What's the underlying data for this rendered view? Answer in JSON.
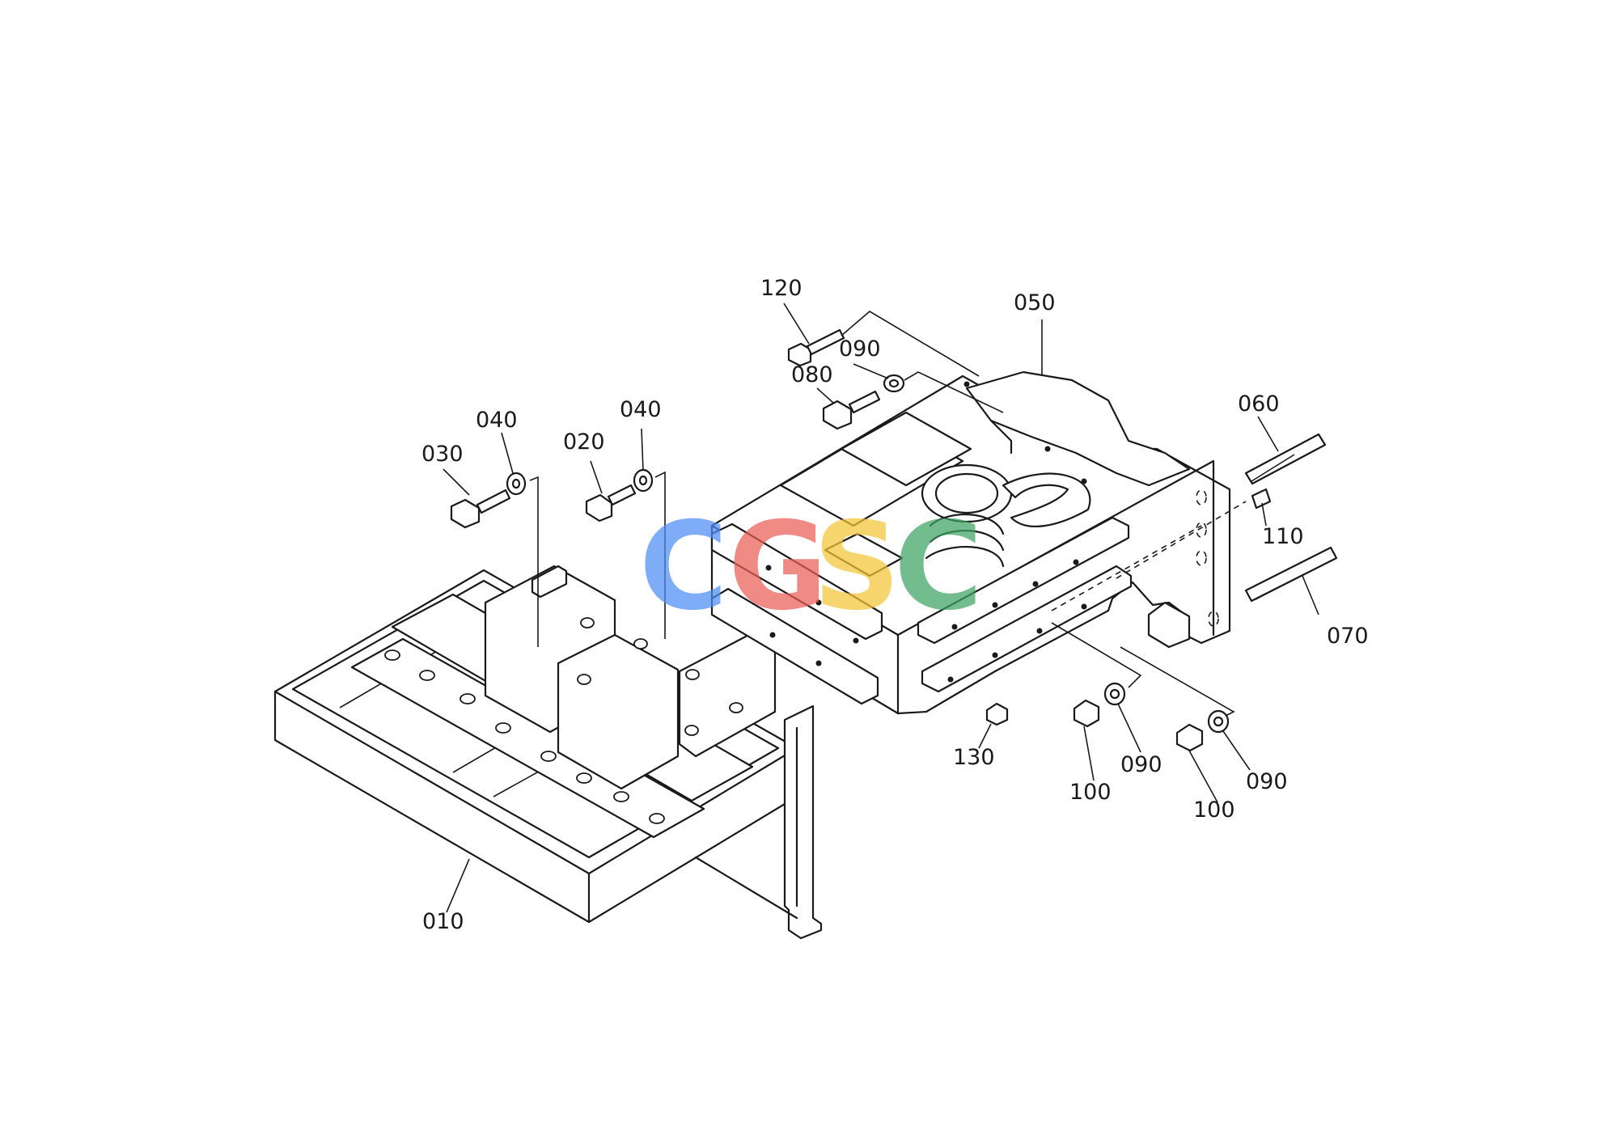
{
  "diagram": {
    "part_labels": [
      {
        "id": "p010",
        "text": "010"
      },
      {
        "id": "p020",
        "text": "020"
      },
      {
        "id": "p030",
        "text": "030"
      },
      {
        "id": "p040a",
        "text": "040"
      },
      {
        "id": "p040b",
        "text": "040"
      },
      {
        "id": "p050",
        "text": "050"
      },
      {
        "id": "p060",
        "text": "060"
      },
      {
        "id": "p070",
        "text": "070"
      },
      {
        "id": "p080",
        "text": "080"
      },
      {
        "id": "p090a",
        "text": "090"
      },
      {
        "id": "p090b",
        "text": "090"
      },
      {
        "id": "p090c",
        "text": "090"
      },
      {
        "id": "p100a",
        "text": "100"
      },
      {
        "id": "p100b",
        "text": "100"
      },
      {
        "id": "p110",
        "text": "110"
      },
      {
        "id": "p120",
        "text": "120"
      },
      {
        "id": "p130",
        "text": "130"
      }
    ]
  },
  "watermark": {
    "letters": [
      "C",
      "G",
      "S",
      "C"
    ],
    "colors": [
      "#4f8df5",
      "#ea5f55",
      "#f5c537",
      "#3da364"
    ]
  }
}
